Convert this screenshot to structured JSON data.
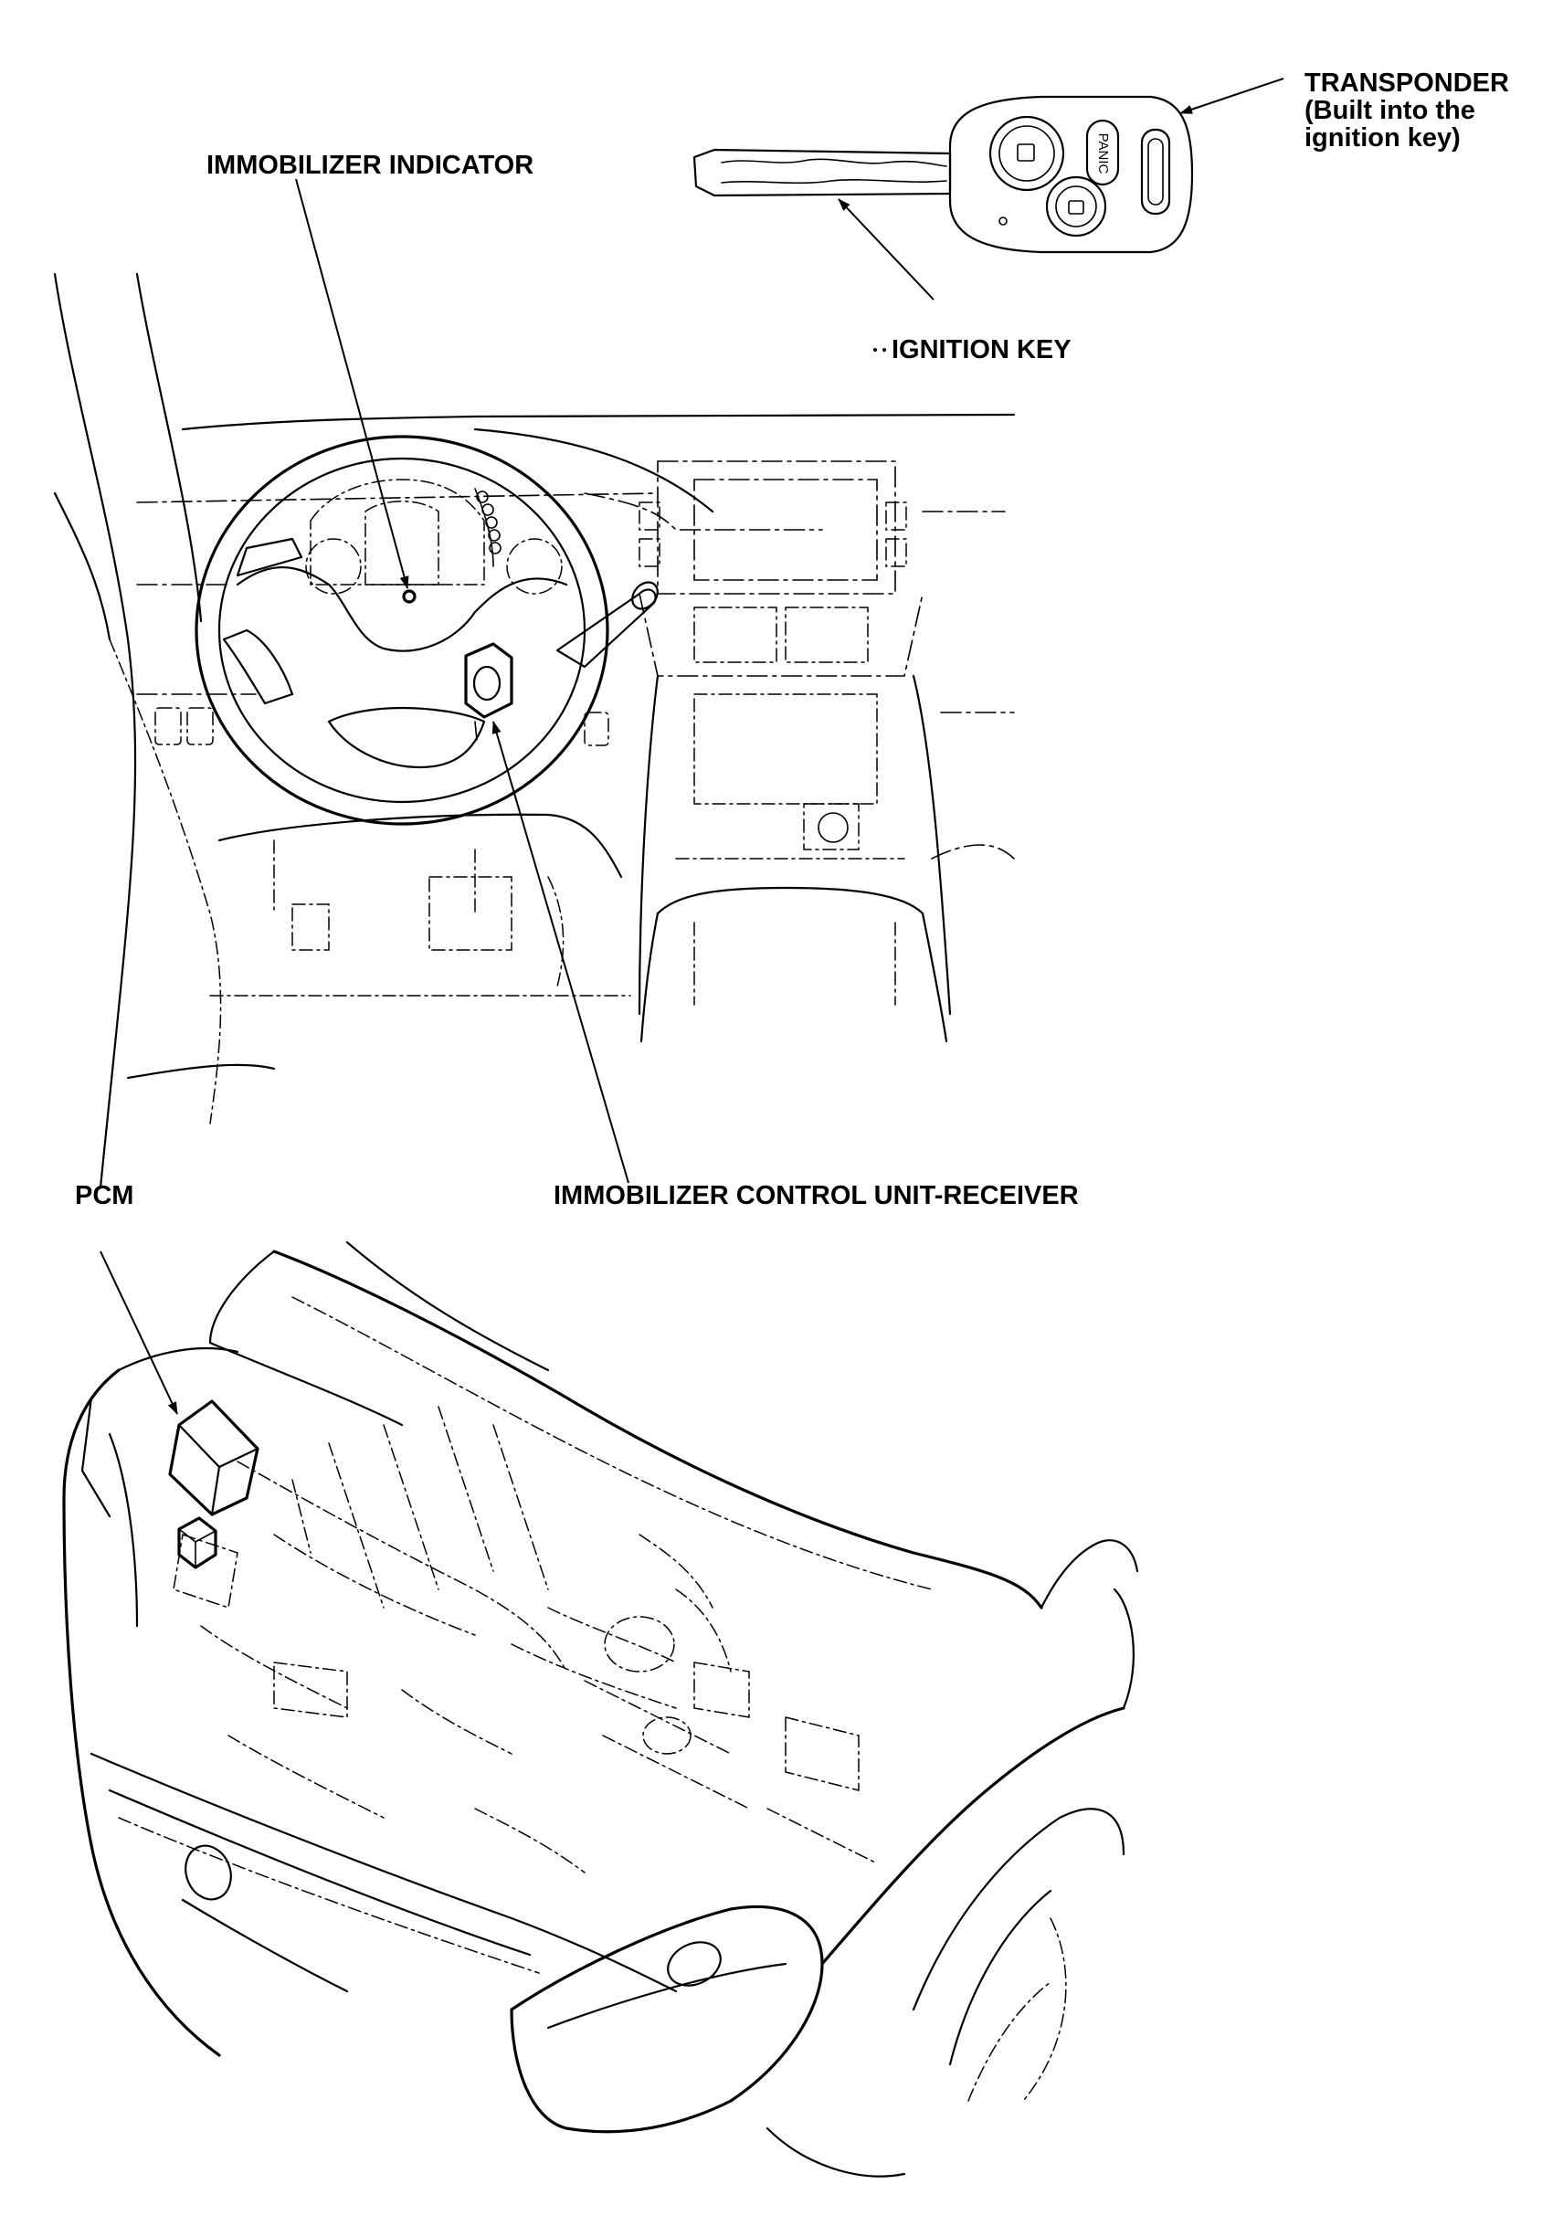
{
  "labels": {
    "transponder": [
      "TRANSPONDER",
      "(Built into the",
      "ignition key)"
    ],
    "immobilizer_indicator": "IMMOBILIZER INDICATOR",
    "ignition_key": "IGNITION KEY",
    "immobilizer_control_unit": "IMMOBILIZER CONTROL UNIT-RECEIVER",
    "pcm": "PCM"
  },
  "key_fob": {
    "panic_button_text": "PANIC"
  },
  "colors": {
    "ink": "#000000",
    "paper": "#ffffff"
  }
}
